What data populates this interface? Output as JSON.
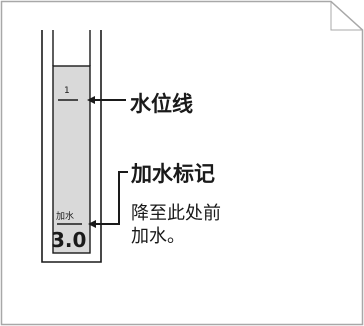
{
  "diagram": {
    "tube_marks": {
      "top_mark": "1",
      "bottom_small": "加水",
      "bottom_number": "3.0"
    },
    "labels": {
      "water_level_line": "水位线",
      "refill_mark_title": "加水标记",
      "refill_mark_note_line1": "降至此处前",
      "refill_mark_note_line2": "加水。"
    },
    "colors": {
      "panel_border": "#a8a8a8",
      "tube_fill": "#d9d9d9",
      "ink": "#1a1a1a"
    }
  }
}
